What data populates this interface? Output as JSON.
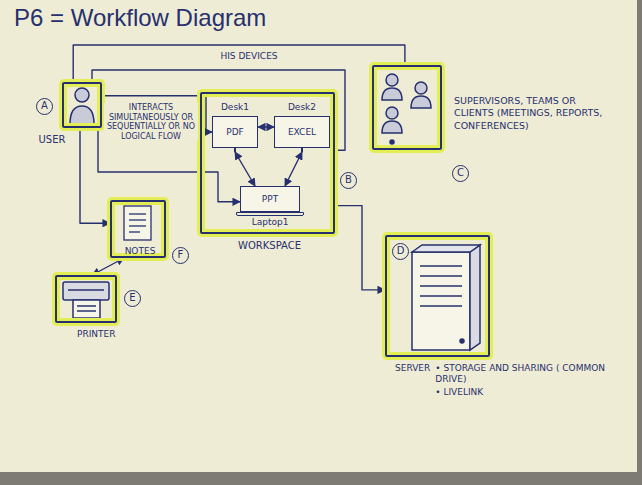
{
  "diagram": {
    "title": "P6 = Workflow Diagram",
    "nodes": [
      {
        "text": [
          "USER"
        ]
      },
      {
        "text": [
          "WORKSPACE"
        ]
      },
      {
        "text": [
          "Desk1",
          "PDF"
        ],
        "in": 1
      },
      {
        "text": [
          "Desk2",
          "EXCEL"
        ],
        "in": 1
      },
      {
        "text": [
          "PPT",
          "Laptop1"
        ],
        "in": 1
      },
      {
        "text": [
          "SUPERVISORS, TEAMS OR CLIENTS (MEETINGS, REPORTS, CONFERENCES)"
        ]
      },
      {
        "text": [
          "NOTES"
        ]
      },
      {
        "text": [
          "PRINTER"
        ]
      },
      {
        "text": [
          "SERVER",
          "• STORAGE AND SHARING ( COMMON DRIVE)",
          "• LIVELINK"
        ]
      }
    ],
    "edges": [
      {
        "from": 0,
        "to": 5,
        "arrow": "none"
      },
      {
        "from": 0,
        "to": 1,
        "arrow": "none",
        "label": "HIS DEVICES"
      },
      {
        "from": 0,
        "to": 2,
        "arrow": "to",
        "label": "INTERACTS SIMULTANEOUSLY OR SEQUENTIALLY OR NO LOGICAL FLOW"
      },
      {
        "from": 2,
        "to": 3,
        "arrow": "both"
      },
      {
        "from": 2,
        "to": 4,
        "arrow": "both"
      },
      {
        "from": 3,
        "to": 4,
        "arrow": "both"
      },
      {
        "from": 0,
        "to": 4,
        "arrow": "to"
      },
      {
        "from": 0,
        "to": 6,
        "arrow": "to"
      },
      {
        "from": 6,
        "to": 7,
        "arrow": "both"
      },
      {
        "from": 1,
        "to": 8,
        "arrow": "to"
      }
    ],
    "labels": [
      "A",
      "B",
      "C",
      "D",
      "E",
      "F"
    ]
  }
}
